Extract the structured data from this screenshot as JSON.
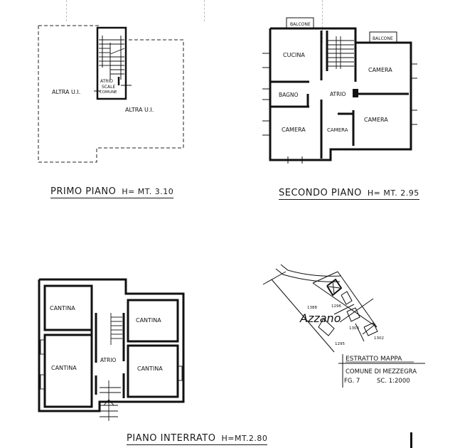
{
  "document": {
    "type": "architectural floor plan sheet",
    "ink_color": "#111111",
    "paper_color": "#ffffff"
  },
  "primo_piano": {
    "title": "PRIMO PIANO",
    "height": "H= MT. 3.10",
    "labels": {
      "altra_ui_left": "ALTRA U.I.",
      "altra_ui_right": "ALTRA U.I.",
      "atrio_line1": "ATRIO",
      "atrio_line2": "SCALE",
      "atrio_line3": "COMUNE"
    }
  },
  "secondo_piano": {
    "title": "SECONDO PIANO",
    "height": "H= MT. 2.95",
    "rooms": {
      "balcone_left": "BALCONE",
      "balcone_right": "BALCONE",
      "cucina": "CUCINA",
      "bagno": "BAGNO",
      "atrio": "ATRIO",
      "camera_top_right": "CAMERA",
      "camera_bottom_right": "CAMERA",
      "camera_bottom_left": "CAMERA",
      "camera_small": "CAMERA"
    }
  },
  "piano_interrato": {
    "title": "PIANO INTERRATO",
    "height": "H=MT.2.80",
    "rooms": {
      "cantina_top_left": "CANTINA",
      "cantina_top_right": "CANTINA",
      "cantina_bottom_left": "CANTINA",
      "cantina_bottom_right": "CANTINA",
      "atrio": "ATRIO"
    }
  },
  "estratto_mappa": {
    "title": "ESTRATTO MAPPA",
    "comune": "COMUNE DI MEZZEGRA",
    "foglio": "FG. 7",
    "scala": "SC. 1:2000",
    "locality": "Azzano",
    "parcels": [
      "1388",
      "1296",
      "1303",
      "1302",
      "1295"
    ]
  }
}
